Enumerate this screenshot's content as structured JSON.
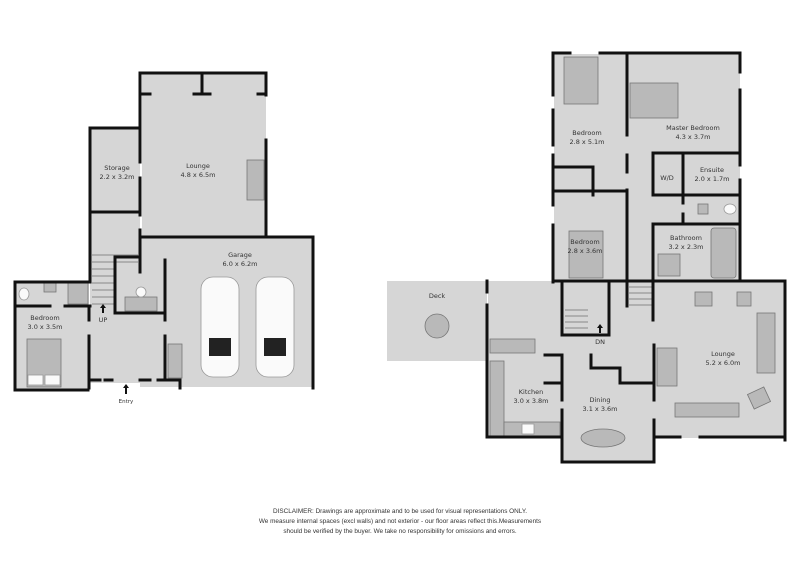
{
  "ground_floor": {
    "rooms": [
      {
        "name": "Storage",
        "size": "2.2 x 3.2m"
      },
      {
        "name": "Lounge",
        "size": "4.8 x 6.5m"
      },
      {
        "name": "Garage",
        "size": "6.0 x 6.2m"
      },
      {
        "name": "Bedroom",
        "size": "3.0 x 3.5m"
      }
    ],
    "stairs_label": "UP",
    "entry_label": "Entry"
  },
  "upper_floor": {
    "rooms": [
      {
        "name": "Bedroom",
        "size": "2.8 x 5.1m"
      },
      {
        "name": "Master Bedroom",
        "size": "4.3 x 3.7m"
      },
      {
        "name": "W/D",
        "size": ""
      },
      {
        "name": "Ensuite",
        "size": "2.0 x 1.7m"
      },
      {
        "name": "Bedroom",
        "size": "2.8 x 3.6m"
      },
      {
        "name": "Bathroom",
        "size": "3.2 x 2.3m"
      },
      {
        "name": "Deck",
        "size": ""
      },
      {
        "name": "Kitchen",
        "size": "3.0 x 3.8m"
      },
      {
        "name": "Dining",
        "size": "3.1 x 3.6m"
      },
      {
        "name": "Lounge",
        "size": "5.2 x 6.0m"
      }
    ],
    "stairs_label": "DN"
  },
  "disclaimer": [
    "DISCLAIMER: Drawings are approximate and to be used for visual representations ONLY.",
    "We measure internal spaces (excl walls) and not exterior - our floor areas reflect this.Measurements",
    "should be verified by the buyer. We take no responsibility for omissions and errors."
  ],
  "colors": {
    "floor": "#d6d6d6",
    "wall": "#111111",
    "background": "#ffffff"
  }
}
